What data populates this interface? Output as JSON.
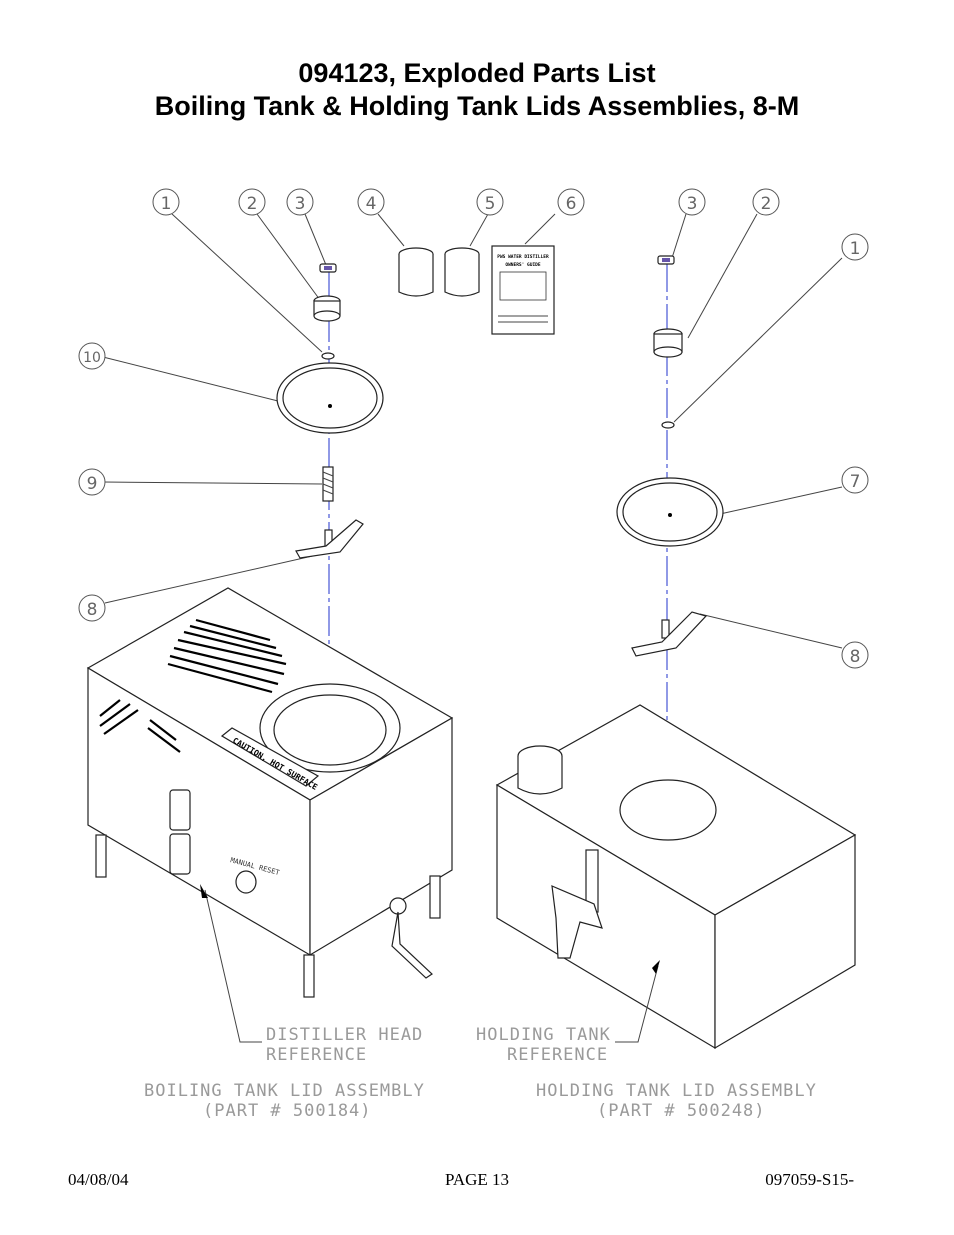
{
  "header": {
    "title_line1": "094123, Exploded Parts List",
    "title_line2": "Boiling Tank & Holding Tank Lids Assemblies, 8-M"
  },
  "balloons": {
    "left_1": "1",
    "left_2": "2",
    "left_3": "3",
    "left_4": "4",
    "left_5": "5",
    "left_6": "6",
    "left_10": "10",
    "left_9": "9",
    "left_8": "8",
    "right_3": "3",
    "right_2": "2",
    "right_1": "1",
    "right_7": "7",
    "right_8": "8"
  },
  "labels": {
    "distiller_head_line1": "DISTILLER HEAD",
    "distiller_head_line2": "REFERENCE",
    "holding_tank_line1": "HOLDING TANK",
    "holding_tank_line2": "REFERENCE",
    "boiling_assembly_line1": "BOILING TANK LID ASSEMBLY",
    "boiling_assembly_line2": "(PART # 500184)",
    "holding_assembly_line1": "HOLDING TANK LID ASSEMBLY",
    "holding_assembly_line2": "(PART # 500248)",
    "caution_label": "CAUTION, HOT SURFACE",
    "manual_reset": "MANUAL RESET",
    "owners_guide_line1": "PWS WATER DISTILLER",
    "owners_guide_line2": "OWNERS' GUIDE"
  },
  "footer": {
    "date": "04/08/04",
    "page": "PAGE 13",
    "doc_number": "097059-S15-"
  }
}
